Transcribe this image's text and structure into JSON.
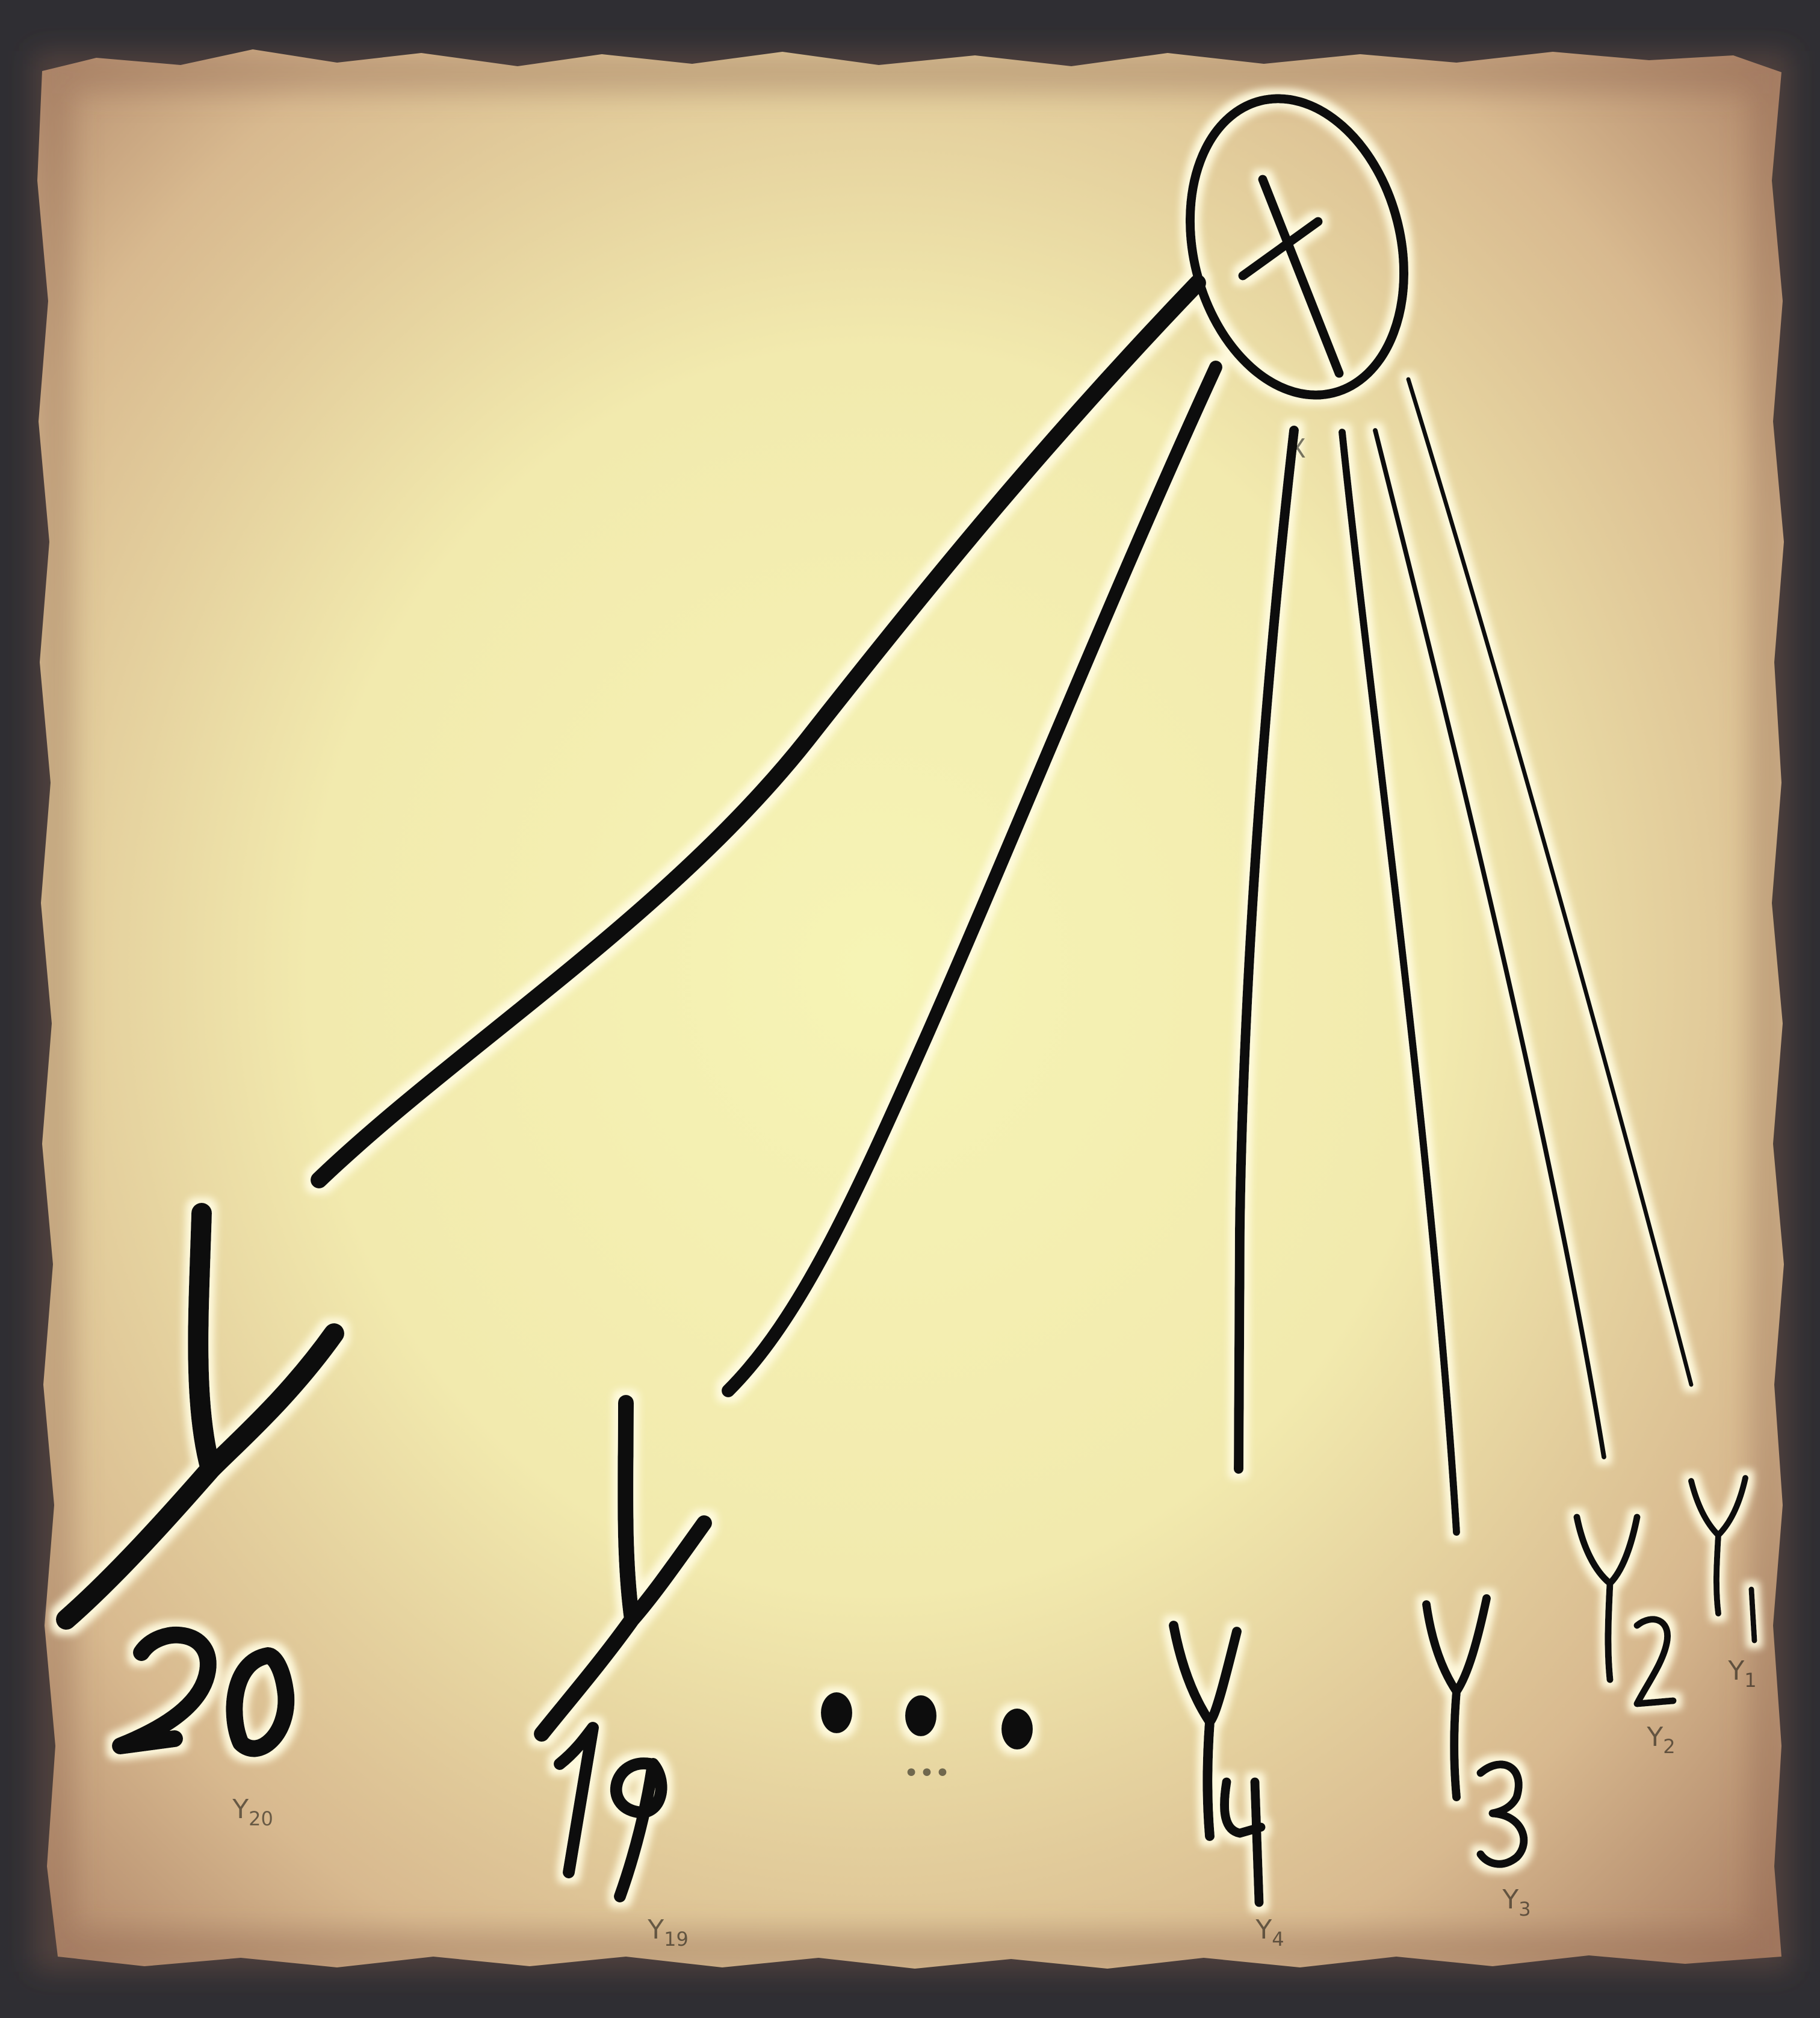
{
  "diagram": {
    "root": {
      "label": "X",
      "shape": "circled-cross"
    },
    "leaves": [
      {
        "letter": "Y",
        "subscript": "20"
      },
      {
        "letter": "Y",
        "subscript": "19"
      },
      {
        "letter": "Y",
        "subscript": "4"
      },
      {
        "letter": "Y",
        "subscript": "3"
      },
      {
        "letter": "Y",
        "subscript": "2"
      },
      {
        "letter": "Y",
        "subscript": "1"
      }
    ],
    "ellipsis": "•••"
  },
  "colors": {
    "ink": "#0d0c0a",
    "paper_center": "#f6f4b5",
    "paper_edge": "#a97e63",
    "frame": "#2f2e33",
    "halo": "#fffbe0"
  }
}
